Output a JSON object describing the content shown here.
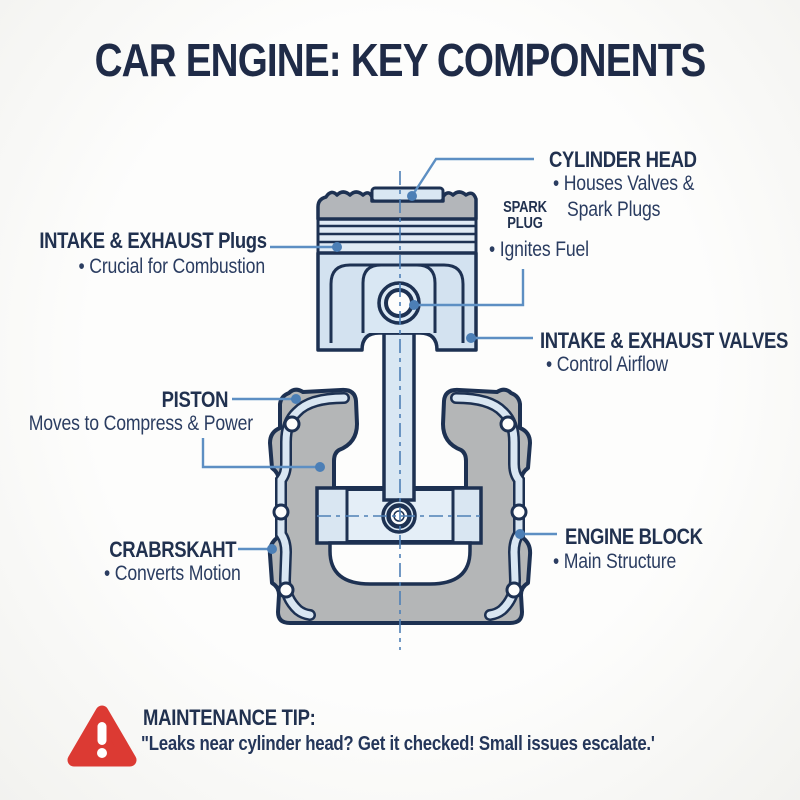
{
  "title": "CAR ENGINE: KEY COMPONENTS",
  "labels": {
    "cylinder_head": {
      "title": "CYLINDER HEAD",
      "desc_line1": "• Houses Valves &",
      "desc_line2": "Spark Plugs"
    },
    "spark_plug": {
      "title_line1": "SPARK",
      "title_line2": "PLUG",
      "desc": "• Ignites Fuel"
    },
    "intake_exhaust_plugs": {
      "title": "INTAKE & EXHAUST Plugs",
      "desc": "• Crucial for Combustion"
    },
    "intake_exhaust_valves": {
      "title": "INTAKE & EXHAUST VALVES",
      "desc": "• Control Airflow"
    },
    "piston": {
      "title": "PISTON",
      "desc": "Moves to Compress & Power"
    },
    "crankshaft": {
      "title": "CRABRSKAHT",
      "desc": "• Converts Motion"
    },
    "engine_block": {
      "title": "ENGINE BLOCK",
      "desc": "• Main Structure"
    }
  },
  "maintenance_tip": {
    "title": "MAINTENANCE TIP:",
    "text": "\"Leaks near cylinder head? Get it checked! Small issues escalate.'"
  },
  "icons": {
    "warning": "warning-triangle-icon"
  },
  "colors": {
    "heading_navy": "#21314f",
    "body_navy": "#2b3d61",
    "outline_navy": "#1d3152",
    "leader_blue": "#5d8fc3",
    "centerline_blue": "#4f80b6",
    "piston_fill": "#d3e2f0",
    "crown_gray": "#b3b6ba",
    "block_gray": "#b4b6b7",
    "jacket_blue": "#d9e6f2",
    "warning_red": "#dc3a33",
    "background": "#fbfbf9"
  }
}
